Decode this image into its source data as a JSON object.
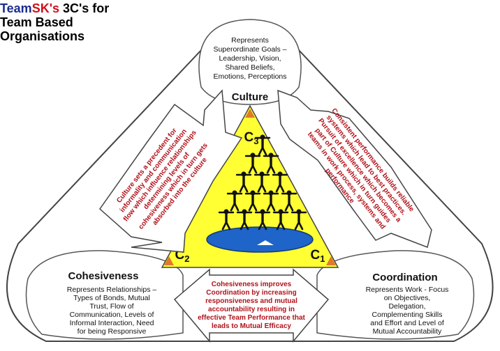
{
  "title": {
    "brand_team": "Team",
    "brand_sk": "SK's",
    "line1_rest": " 3C's for",
    "line2": "Team Based",
    "line3": "Organisations"
  },
  "culture": {
    "heading": "Culture",
    "description": [
      "Represents",
      "Superordinate Goals –",
      "Leadership, Vision,",
      "Shared Beliefs,",
      "Emotions, Perceptions"
    ],
    "vertex_label": "C",
    "vertex_sub": "3"
  },
  "cohesiveness": {
    "heading": "Cohesiveness",
    "description": [
      "Represents Relationships –",
      "Types of Bonds, Mutual",
      "Trust, Flow of",
      "Communication, Levels of",
      "Informal Interaction, Need",
      "for being Responsive"
    ],
    "vertex_label": "C",
    "vertex_sub": "2"
  },
  "coordination": {
    "heading": "Coordination",
    "description": [
      "Represents Work - Focus",
      "on Objectives,",
      "Delegation,",
      "Complementing Skills",
      "and Effort and Level of",
      "Mutual Accountability"
    ],
    "vertex_label": "C",
    "vertex_sub": "1"
  },
  "arrows": {
    "culture_to_cohesiveness": [
      "Culture sets a precedent for",
      "informality and communication",
      "flow which influence relationships",
      "determining levels of",
      "cohesiveness which in turn gets",
      "absorbed into the culture"
    ],
    "coordination_to_culture": [
      "Consistent performance builds reliable",
      "systems which lead to best practices.",
      "Pursuit of excellence which becomes a",
      "part of Culture which in turn guides",
      "teams in work process, systems and",
      "performance"
    ],
    "cohesiveness_to_coordination": [
      "Cohesiveness improves",
      "Coordination by increasing",
      "responsiveness and mutual",
      "accountability resulting in",
      "effective Team Performance that",
      "leads to Mutual Efficacy"
    ]
  },
  "colors": {
    "triangle_fill": "#ffff33",
    "platform": "#1f64c8",
    "arrow_text": "#b1121a",
    "vertex_marker": "#e07a2a",
    "figures": "#111111"
  }
}
